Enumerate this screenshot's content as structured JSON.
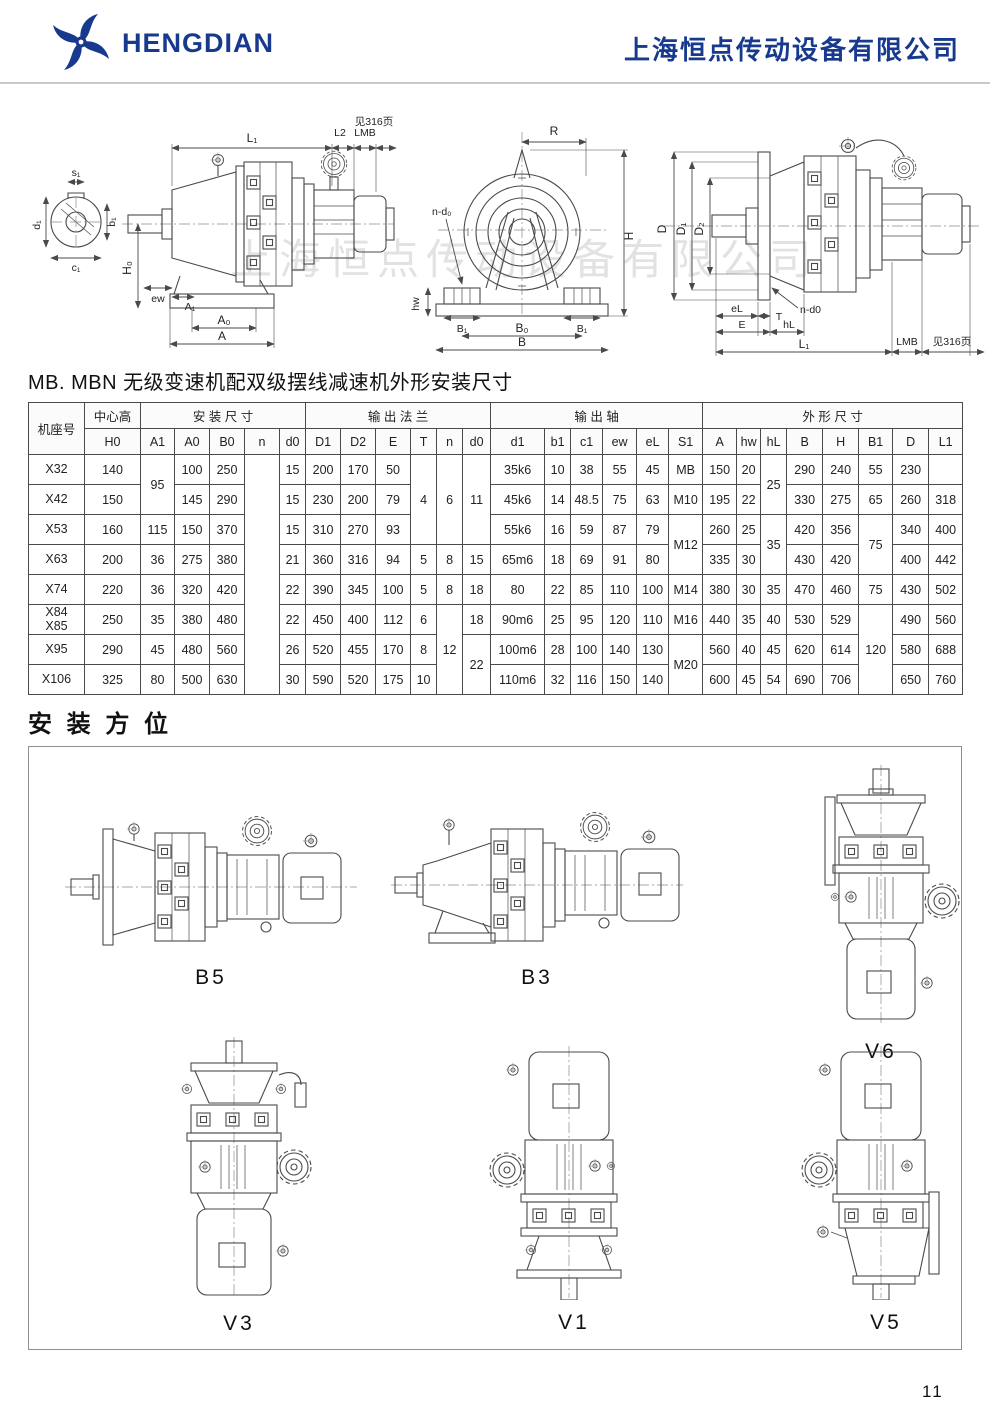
{
  "header": {
    "brand": "HENGDIAN",
    "company": "上海恒点传动设备有限公司"
  },
  "diagrams": {
    "watermark": "上海恒点传动设备有限公司",
    "side_view": {
      "labels": {
        "s1": "s₁",
        "b1": "b₁",
        "d1": "d₁",
        "c1": "c₁",
        "L1": "L₁",
        "L2": "L2",
        "LMB": "LMB",
        "see": "见316页",
        "H0": "H₀",
        "ew": "ew",
        "A1": "A₁",
        "A0": "A₀",
        "A": "A"
      }
    },
    "front_view": {
      "labels": {
        "R": "R",
        "H": "H",
        "nd0": "n-d₀",
        "hw": "hw",
        "B1L": "B₁",
        "B1R": "B₁",
        "B0": "B₀",
        "B": "B"
      }
    },
    "flange_view": {
      "labels": {
        "D": "D",
        "D1": "D₁",
        "D2": "D₂",
        "nd0": "n-d0",
        "eL": "eL",
        "T": "T",
        "E": "E",
        "hL": "hL",
        "L1": "L₁",
        "LMB": "LMB",
        "see": "见316页"
      }
    }
  },
  "table": {
    "title": "MB. MBN 无级变速机配双级摆线减速机外形安装尺寸",
    "head_groups": [
      {
        "label": "机座号"
      },
      {
        "label": "中心高",
        "cols": [
          "H0"
        ]
      },
      {
        "label": "安 装 尺 寸",
        "cols": [
          "A1",
          "A0",
          "B0",
          "n",
          "d0"
        ]
      },
      {
        "label": "输 出 法 兰",
        "cols": [
          "D1",
          "D2",
          "E",
          "T",
          "n",
          "d0"
        ]
      },
      {
        "label": "输 出 轴",
        "cols": [
          "d1",
          "b1",
          "c1",
          "ew",
          "eL",
          "S1"
        ]
      },
      {
        "label": "外 形 尺 寸",
        "cols": [
          "A",
          "hw",
          "hL",
          "B",
          "H",
          "B1",
          "D",
          "L1"
        ]
      }
    ],
    "rows": [
      [
        "X32",
        "140",
        {
          "v": "95",
          "rs": 2
        },
        "100",
        "250",
        {
          "v": "",
          "rs": 8
        },
        "15",
        "200",
        "170",
        "50",
        {
          "v": "4",
          "rs": 3
        },
        {
          "v": "6",
          "rs": 3
        },
        {
          "v": "11",
          "rs": 3
        },
        "35k6",
        "10",
        "38",
        "55",
        "45",
        "MB",
        "150",
        "20",
        {
          "v": "25",
          "rs": 2
        },
        "290",
        "240",
        "55",
        "230",
        ""
      ],
      [
        "X42",
        "150",
        "145",
        "290",
        "15",
        "230",
        "200",
        "79",
        "45k6",
        "14",
        "48.5",
        "75",
        "63",
        "M10",
        "195",
        "22",
        "330",
        "275",
        "65",
        "260",
        "318"
      ],
      [
        "X53",
        "160",
        "115",
        "150",
        "370",
        "15",
        "310",
        "270",
        "93",
        "55k6",
        "16",
        "59",
        "87",
        "79",
        {
          "v": "M12",
          "rs": 2
        },
        "260",
        "25",
        {
          "v": "35",
          "rs": 2
        },
        "420",
        "356",
        {
          "v": "75",
          "rs": 2
        },
        "340",
        "400"
      ],
      [
        "X63",
        "200",
        "36",
        "275",
        "380",
        "21",
        "360",
        "316",
        "94",
        "5",
        "8",
        "15",
        "65m6",
        "18",
        "69",
        "91",
        "80",
        "335",
        "30",
        "430",
        "420",
        "400",
        "442"
      ],
      [
        "X74",
        "220",
        "36",
        "320",
        "420",
        "22",
        "390",
        "345",
        "100",
        "5",
        "8",
        "18",
        "80",
        "22",
        "85",
        "110",
        "100",
        "M14",
        "380",
        "30",
        "35",
        "470",
        "460",
        "75",
        "430",
        "502"
      ],
      [
        "X84\nX85",
        "250",
        "35",
        "380",
        "480",
        "22",
        "450",
        "400",
        "112",
        "6",
        {
          "v": "12",
          "rs": 3
        },
        "18",
        "90m6",
        "25",
        "95",
        "120",
        "110",
        "M16",
        "440",
        "35",
        "40",
        "530",
        "529",
        {
          "v": "120",
          "rs": 3
        },
        "490",
        "560"
      ],
      [
        "X95",
        "290",
        "45",
        "480",
        "560",
        "26",
        "520",
        "455",
        "170",
        "8",
        {
          "v": "22",
          "rs": 2
        },
        "100m6",
        "28",
        "100",
        "140",
        "130",
        {
          "v": "M20",
          "rs": 2
        },
        "560",
        "40",
        "45",
        "620",
        "614",
        "580",
        "688"
      ],
      [
        "X106",
        "325",
        "80",
        "500",
        "630",
        "30",
        "590",
        "520",
        "175",
        "10",
        "110m6",
        "32",
        "116",
        "150",
        "140",
        "600",
        "45",
        "54",
        "690",
        "706",
        "650",
        "760"
      ]
    ]
  },
  "mounting": {
    "title": "安 装 方 位",
    "figures": [
      {
        "label": "B5"
      },
      {
        "label": "B3"
      },
      {
        "label": "V6"
      },
      {
        "label": "V3"
      },
      {
        "label": "V1"
      },
      {
        "label": "V5"
      }
    ]
  },
  "page_number": "11"
}
